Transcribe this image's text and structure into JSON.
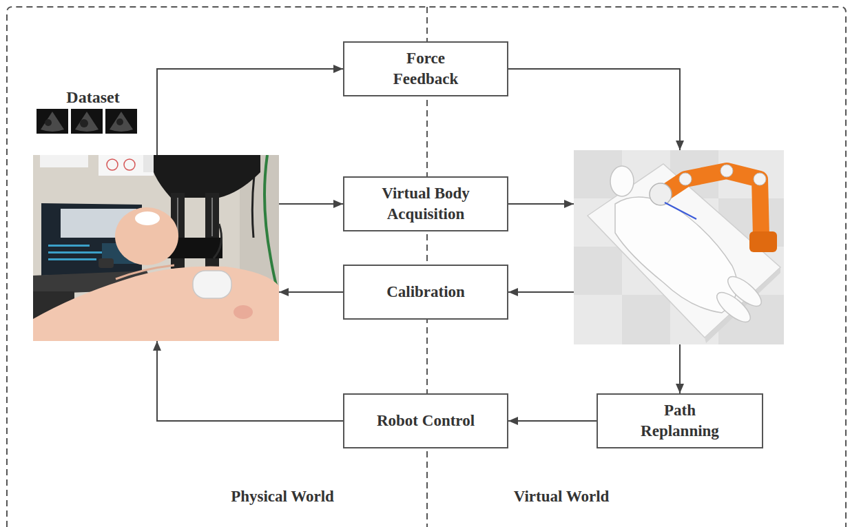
{
  "diagram": {
    "nodes": [
      {
        "text": [
          "Dataset"
        ]
      },
      {
        "text": [
          "Force Feedback"
        ]
      },
      {
        "text": [
          "Virtual Body Acquisition"
        ]
      },
      {
        "text": [
          "Calibration"
        ]
      },
      {
        "text": [
          "Robot Control"
        ]
      },
      {
        "text": [
          "Path Replanning"
        ]
      }
    ],
    "edges": [
      {
        "from": 0,
        "to": 1,
        "arrow": "to"
      },
      {
        "from": 0,
        "to": 2,
        "arrow": "to"
      },
      {
        "from": 3,
        "to": 0,
        "arrow": "to"
      },
      {
        "from": 5,
        "to": 4,
        "arrow": "to"
      },
      {
        "from": 4,
        "to": 0,
        "arrow": "to"
      }
    ],
    "labels": [
      "Physical World",
      "Virtual World"
    ]
  }
}
